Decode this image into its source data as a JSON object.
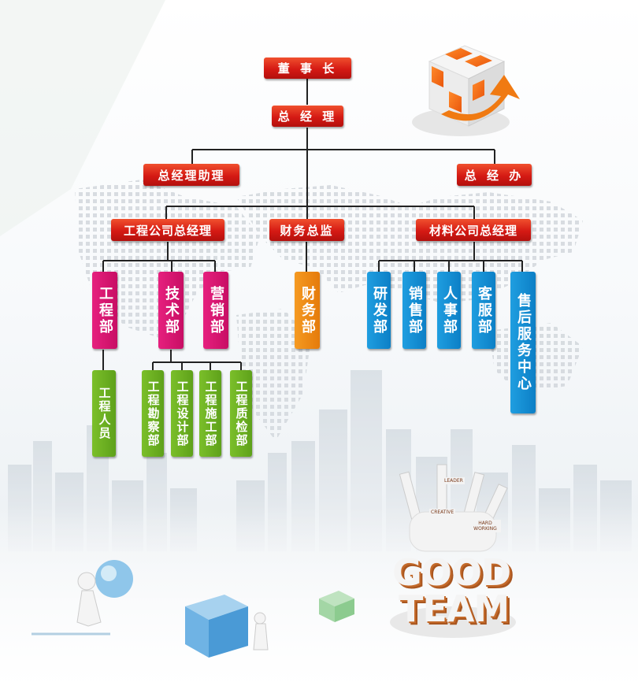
{
  "chairman": "董 事 长",
  "gm": "总 经 理",
  "gm_assistant": "总经理助理",
  "gm_office": "总 经 办",
  "eng_gm": "工程公司总经理",
  "finance_director": "财务总监",
  "mat_gm": "材料公司总经理",
  "depts": {
    "engineering": "工程部",
    "technology": "技术部",
    "marketing": "营销部",
    "finance": "财务部",
    "rnd": "研发部",
    "sales": "销售部",
    "hr": "人事部",
    "customer_service": "客服部",
    "after_sales": "售后服务中心"
  },
  "subdepts": {
    "eng_staff": "工程人员",
    "survey": "工程勘察部",
    "design": "工程设计部",
    "construction": "工程施工部",
    "quality": "工程质检部"
  },
  "team_words": {
    "good": "GOOD",
    "team": "TEAM",
    "leader": "LEADER",
    "creative": "CREATIVE",
    "hard_working": "HARD WORKING"
  },
  "colors": {
    "red": "#d51a14",
    "pink": "#e6207e",
    "orange": "#f59a22",
    "blue": "#1f9ee0",
    "green": "#7bbf2a",
    "connector": "#222222"
  }
}
